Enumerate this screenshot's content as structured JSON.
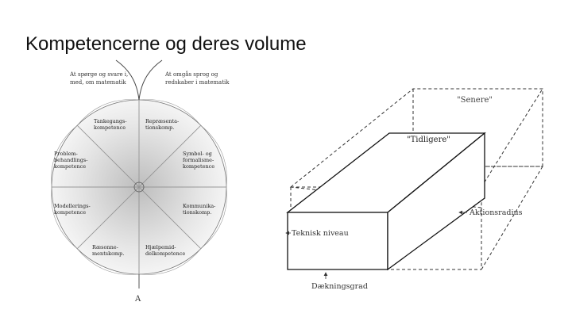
{
  "slide": {
    "title": "Kompetencerne og deres volume"
  },
  "flower": {
    "top_left_label": [
      "At spørge og svare i,",
      "med, om matematik"
    ],
    "top_right_label": [
      "At omgås sprog og",
      "redskaber i matematik"
    ],
    "petals": [
      {
        "lines": [
          "Tankegangs-",
          "kompetence"
        ]
      },
      {
        "lines": [
          "Repræsenta-",
          "tionskomp."
        ]
      },
      {
        "lines": [
          "Symbol- og",
          "formalisme-",
          "kompetence"
        ]
      },
      {
        "lines": [
          "Kommunika-",
          "tionskomp."
        ]
      },
      {
        "lines": [
          "Hjælpemid-",
          "delkompetence"
        ]
      },
      {
        "lines": [
          "Ræsonne-",
          "mentskomp."
        ]
      },
      {
        "lines": [
          "Modellerings-",
          "kompetence"
        ]
      },
      {
        "lines": [
          "Problem-",
          "behandlings-",
          "kompetence"
        ]
      }
    ],
    "bottom_label": "A"
  },
  "box_diagram": {
    "later_label": "\"Senere\"",
    "earlier_label": "\"Tidligere\"",
    "action_radius_label": "Aktionsradius",
    "technical_level_label": "Teknisk niveau",
    "coverage_label": "Dækningsgrad"
  }
}
